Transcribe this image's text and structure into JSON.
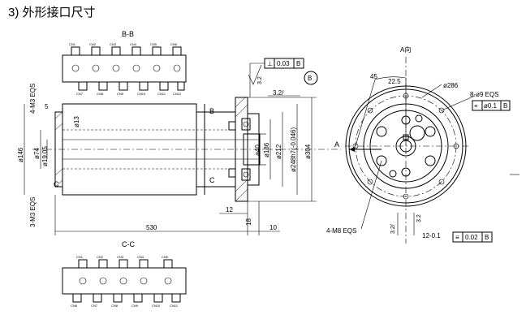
{
  "heading": "3) 外形接口尺寸",
  "section_bb": "B-B",
  "section_cc": "C-C",
  "view_a": "A向",
  "arrow_a": "A",
  "marker_b": "B",
  "marker_c": "C",
  "balloon_b": "B",
  "tol_perp": {
    "symbol": "⊥",
    "value": "0.03",
    "datum": "B"
  },
  "tol_pos": {
    "symbol": "⌖",
    "value": "ø0.1",
    "datum": "B"
  },
  "tol_sym": {
    "symbol": "≡",
    "value": "0.02",
    "datum": "B"
  },
  "side_dims": {
    "m3_top": "4-M3 EQS",
    "m3_bottom": "3-M3 EQS",
    "five": "5",
    "d146": "ø146",
    "d74": "ø74",
    "d1905": "ø19.05",
    "d13": "ø13",
    "d40": "ø40",
    "d186": "ø186",
    "d212": "ø212",
    "d248": "ø248h7(-0.046)",
    "d304": "ø304",
    "rough1": "3.2",
    "rough2": "3.2/",
    "d12": "12",
    "d18": "18",
    "d10": "10",
    "d530": "530"
  },
  "view_dims": {
    "d45": "45",
    "d225": "22.5",
    "d286": "ø286",
    "holes9": "8-ø9 EQS",
    "m8": "4-M8 EQS",
    "rough3": "3.2/",
    "rough4": "3.2",
    "d12tol": "12-0.1"
  }
}
